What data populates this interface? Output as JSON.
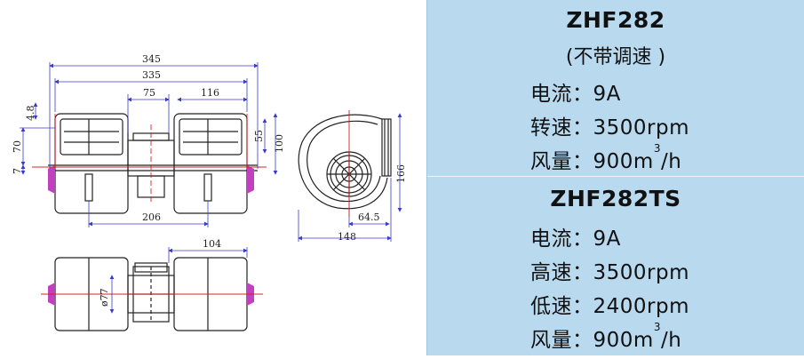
{
  "drawing": {
    "dims": {
      "w345": "345",
      "w335": "335",
      "w75": "75",
      "w116": "116",
      "h4_8": "4.8",
      "h70": "70",
      "h7": "7",
      "h55": "55",
      "h100": "100",
      "w206": "206",
      "w104": "104",
      "d77": "ø77",
      "h166": "166",
      "w64_5": "64.5",
      "w148": "148"
    }
  },
  "spec1": {
    "model": "ZHF282",
    "subtitle": "(不带调速 )",
    "current_label": "电流：",
    "current_value": "9A",
    "speed_label": "转速：",
    "speed_value": "3500rpm",
    "air_label": "风量：",
    "air_value": "900m",
    "air_sup": "3",
    "air_unit": "/h"
  },
  "spec2": {
    "model": "ZHF282TS",
    "current_label": "电流：",
    "current_value": "9A",
    "high_label": "高速：",
    "high_value": "3500rpm",
    "low_label": "低速：",
    "low_value": "2400rpm",
    "air_label": "风量：",
    "air_value": "900m",
    "air_sup": "3",
    "air_unit": "/h"
  },
  "colors": {
    "panel_bg": "#b9d9ef",
    "centerline": "#d0242a",
    "motor_end": "#c040c0",
    "dim_line": "#3a3acc"
  }
}
